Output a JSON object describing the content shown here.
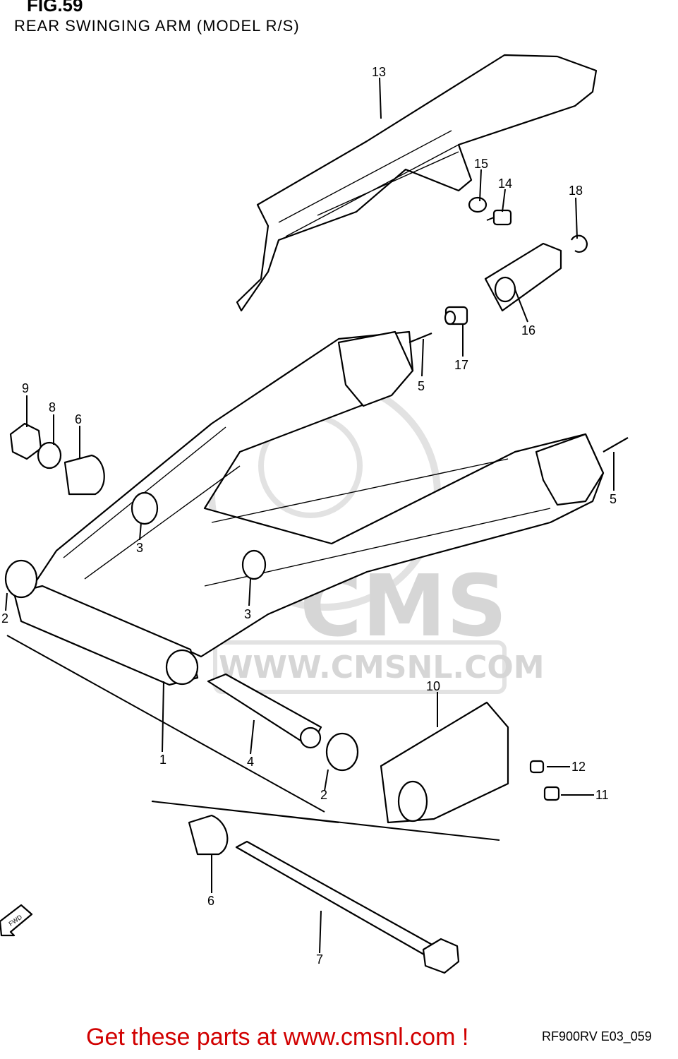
{
  "title": "FIG.59",
  "subtitle": "REAR SWINGING ARM (MODEL R/S)",
  "watermark": {
    "brand": "CMS",
    "url": "WWW.CMSNL.COM",
    "color": "#d6d6d6"
  },
  "direction_marker": "FWD",
  "callouts": [
    "13",
    "15",
    "14",
    "18",
    "16",
    "17",
    "5",
    "9",
    "8",
    "6",
    "5",
    "3",
    "3",
    "2",
    "1",
    "4",
    "10",
    "12",
    "11",
    "2",
    "6",
    "7"
  ],
  "figure_code": "RF900RV E03_059",
  "footer": "Get these parts at www.cmsnl.com !",
  "colors": {
    "footer": "#d10000",
    "line": "#000000",
    "watermark": "#d6d6d6"
  }
}
